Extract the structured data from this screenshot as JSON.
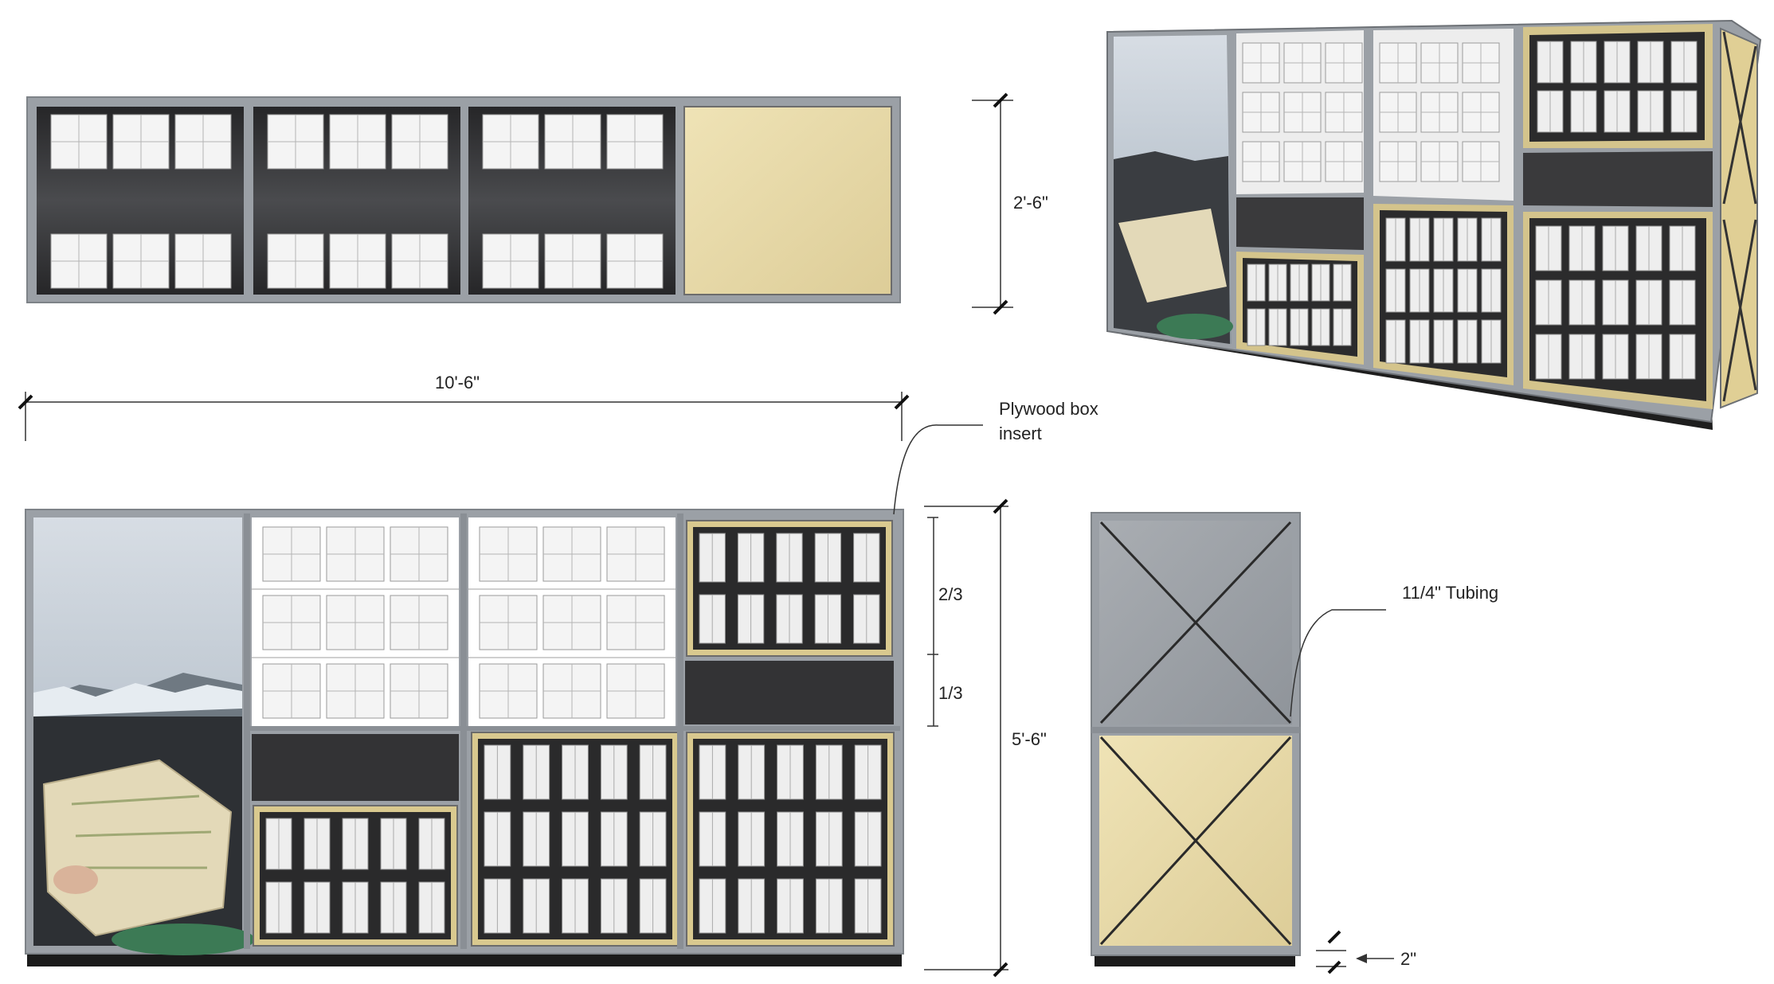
{
  "dimensions": {
    "overall_width": "10'-6\"",
    "depth": "2'-6\"",
    "height": "5'-6\"",
    "upper_ratio": "2/3",
    "lower_ratio": "1/3",
    "base_height": "2\""
  },
  "notes": {
    "plywood_line1": "Plywood box",
    "plywood_line2": "insert",
    "tubing": "11/4\" Tubing"
  },
  "colors": {
    "frame": "#9ba0a6",
    "dark_panel": "#2f2f31",
    "plywood": "#e6d8a8",
    "box_white": "#f2f2f2",
    "photo_sky": "#c5ced8",
    "base": "#1b1b1b"
  }
}
